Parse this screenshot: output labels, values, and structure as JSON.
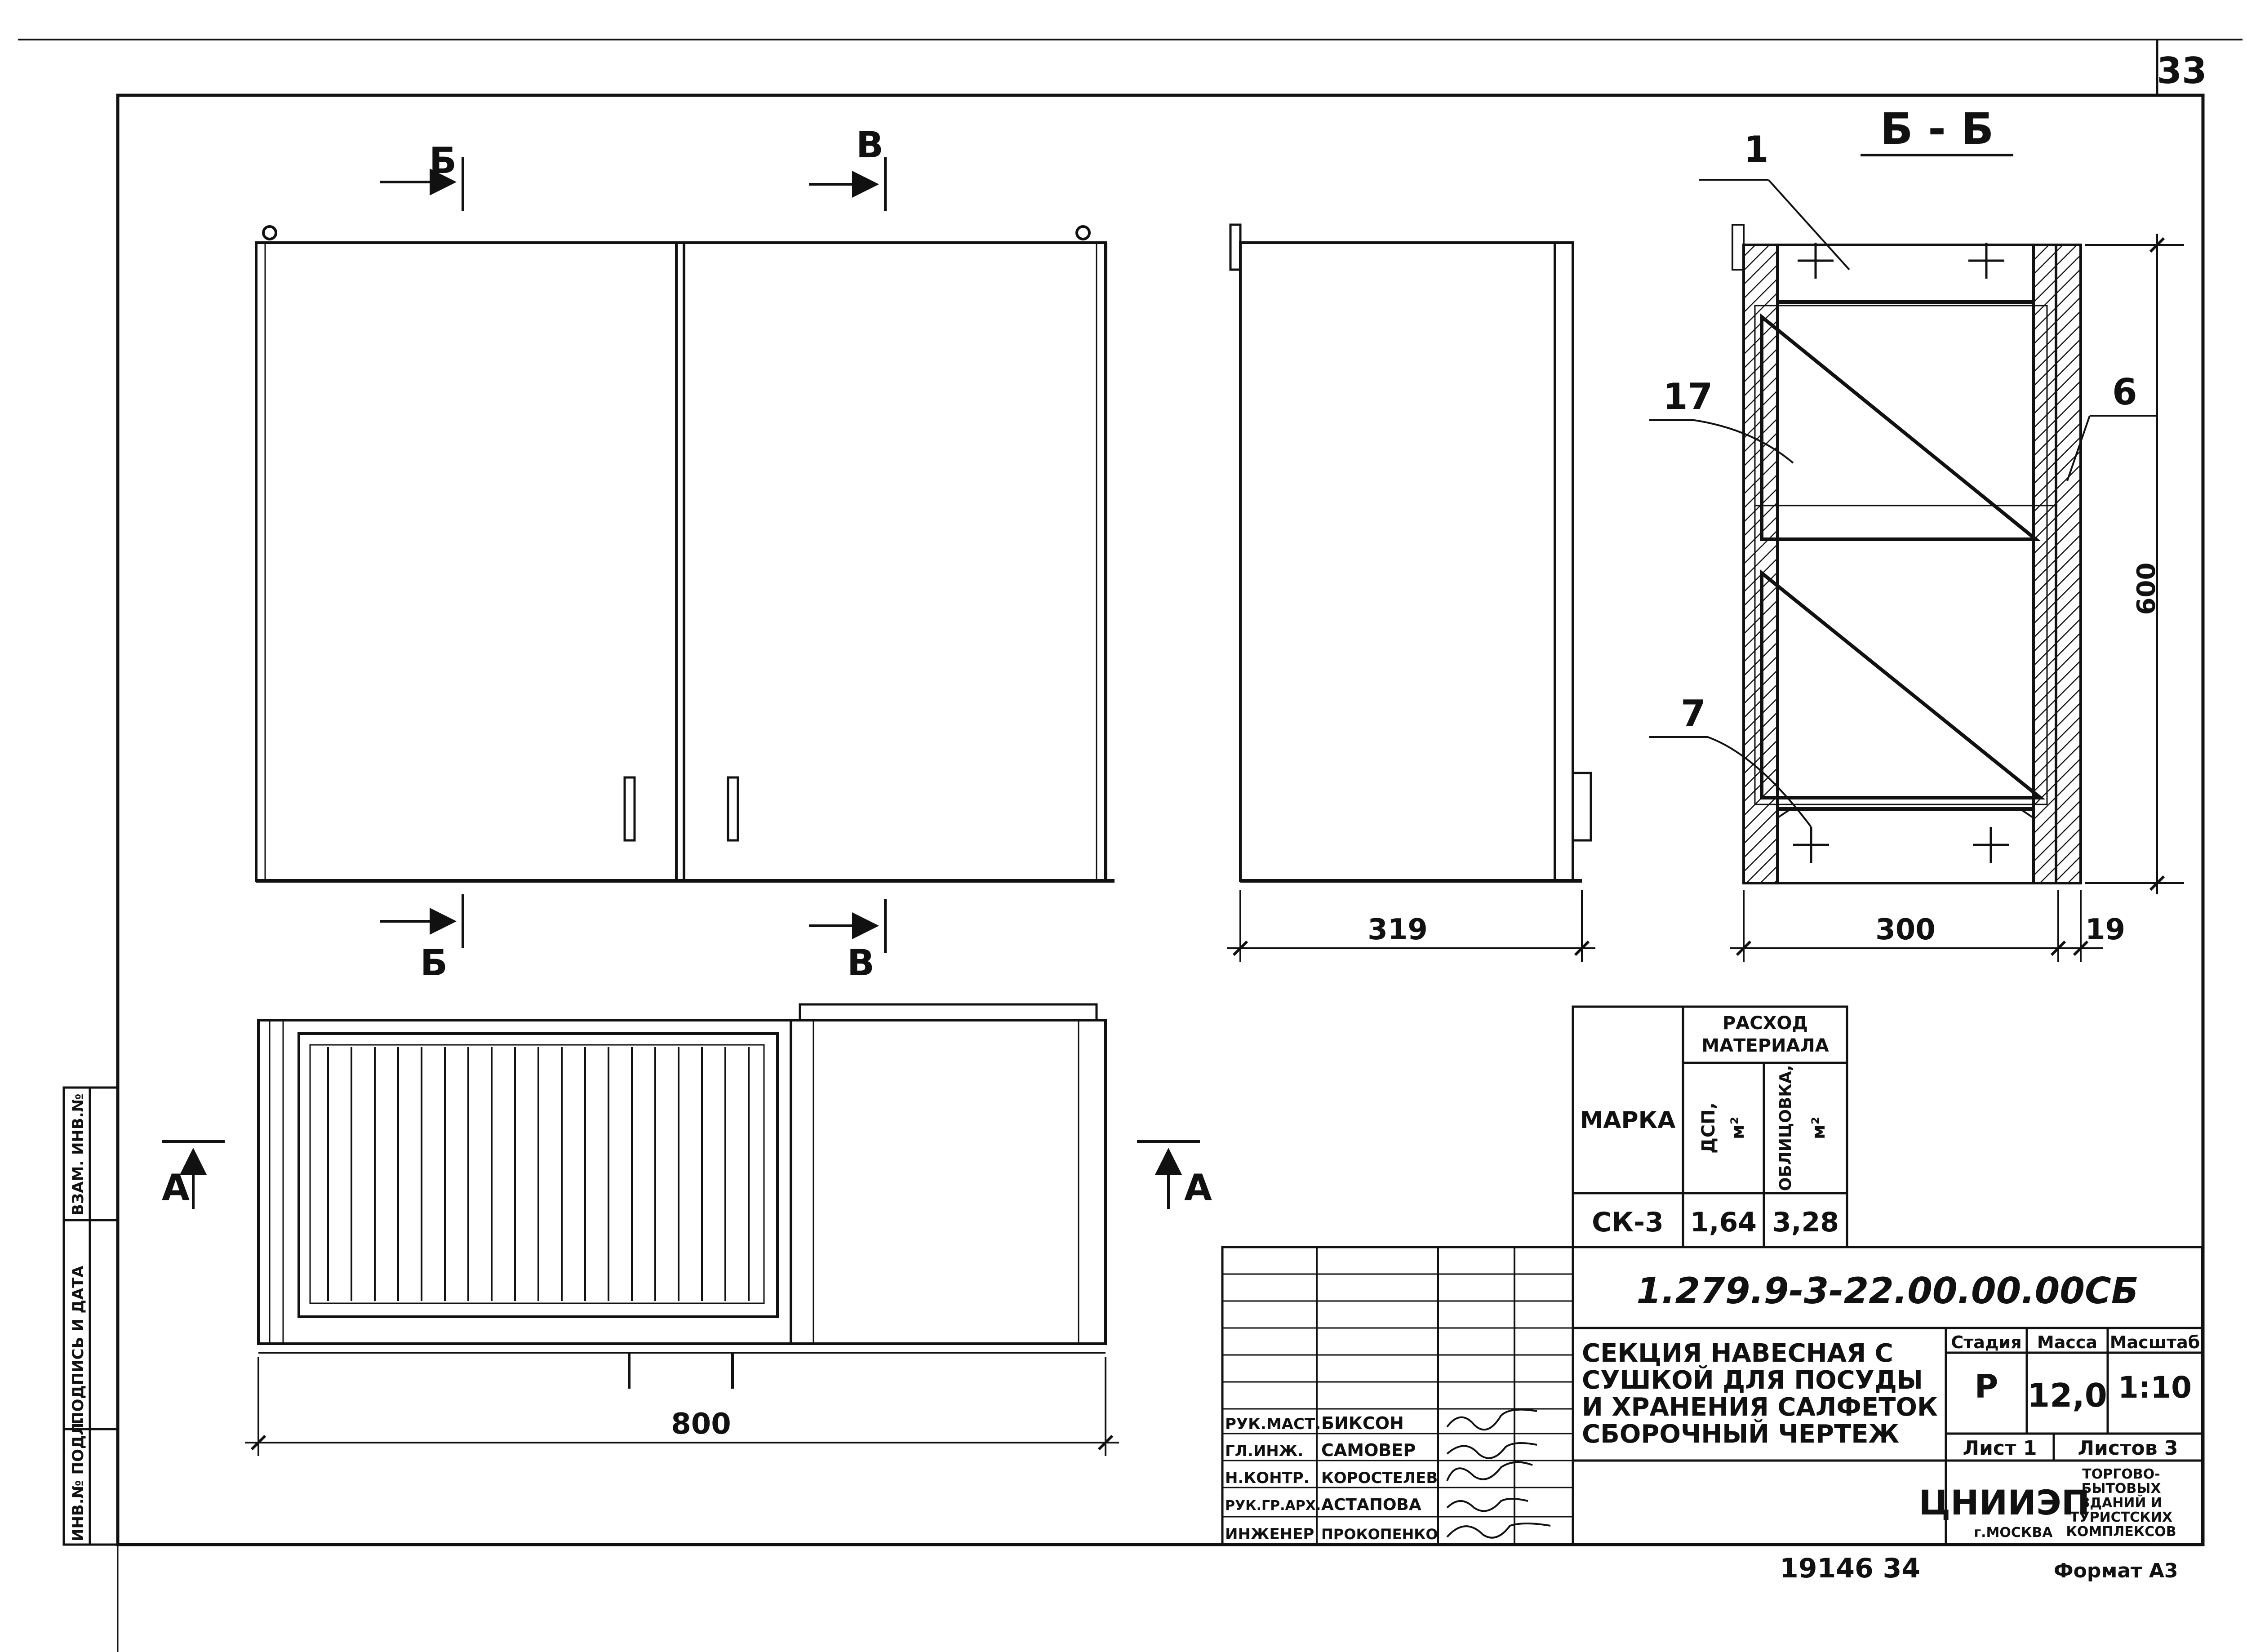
{
  "sheet_number": "33",
  "sections": {
    "b_top": "Б",
    "v_top": "В",
    "b_bottom": "Б",
    "v_bottom": "В",
    "a_left": "А",
    "a_right": "А",
    "section_title": "Б - Б"
  },
  "callouts": {
    "c1": "1",
    "c17": "17",
    "c7": "7",
    "c6": "6"
  },
  "dimensions": {
    "depth": "319",
    "inner_depth": "300",
    "wall": "19",
    "height": "600",
    "width": "800"
  },
  "material_table": {
    "header_group": [
      "РАСХОД",
      "МАТЕРИАЛА"
    ],
    "col_mark": "МАРКА",
    "col_dsp": [
      "ДСП,",
      "м²"
    ],
    "col_cladding": [
      "ОБЛИЦОВКА,",
      "м²"
    ],
    "row": {
      "mark": "СК-3",
      "dsp": "1,64",
      "cladding": "3,28"
    }
  },
  "title_block": {
    "designation": "1.279.9-3-22.00.00.00СБ",
    "title_lines": [
      "СЕКЦИЯ НАВЕСНАЯ С",
      "СУШКОЙ ДЛЯ ПОСУДЫ",
      "И ХРАНЕНИЯ САЛФЕТОК",
      "СБОРОЧНЫЙ ЧЕРТЕЖ"
    ],
    "col_stage": "Стадия",
    "col_mass": "Масса",
    "col_scale": "Масштаб",
    "stage": "Р",
    "mass": "12,0",
    "scale": "1:10",
    "sheet_label": "Лист 1",
    "sheets_label": "Листов 3",
    "org_logo": "ЦНИИЭП",
    "org_city": "г.МОСКВА",
    "org_desc": [
      "ТОРГОВО-",
      "БЫТОВЫХ",
      "ЗДАНИЙ И",
      "ТУРИСТСКИХ",
      "КОМПЛЕКСОВ"
    ],
    "signers": [
      {
        "role": "РУК.МАСТ.",
        "name": "БИКСОН"
      },
      {
        "role": "ГЛ.ИНЖ.",
        "name": "САМОВЕР"
      },
      {
        "role": "Н.КОНТР.",
        "name": "КОРОСТЕЛЕВ"
      },
      {
        "role": "РУК.ГР.АРХ.",
        "name": "АСТАПОВА"
      },
      {
        "role": "ИНЖЕНЕР",
        "name": "ПРОКОПЕНКО"
      }
    ]
  },
  "side_stamp": [
    "ИНВ.№ ПОДЛ.",
    "ПОДПИСЬ И ДАТА",
    "ВЗАМ. ИНВ.№"
  ],
  "footer": {
    "inventory": "19146 34",
    "format": "Формат А3"
  }
}
